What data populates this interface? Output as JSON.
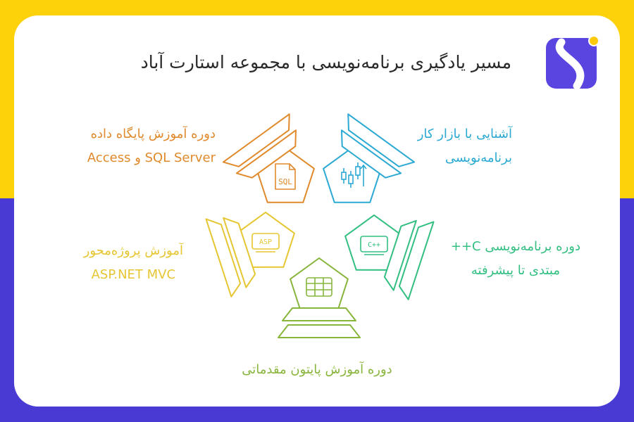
{
  "page": {
    "title": "مسیر یادگیری برنامه‌نویسی با مجموعه استارت آباد"
  },
  "colors": {
    "frame_top": "#fdd20b",
    "frame_bottom": "#4a3ad4",
    "logo_bg": "#5a45e0",
    "logo_dot": "#fdc90c",
    "database": "#e08a2c",
    "market": "#2ba9d3",
    "aspnet": "#e6c632",
    "cpp": "#33bf82",
    "python": "#88b53c"
  },
  "steps": [
    {
      "id": "database",
      "line1": "دوره آموزش پایگاه داده",
      "line2": "SQL Server و Access",
      "icon": "sql-file-icon",
      "icon_text": "SQL"
    },
    {
      "id": "market",
      "line1": "آشنایی با بازار کار",
      "line2": "برنامه‌نویسی",
      "icon": "chart-icon",
      "icon_text": ""
    },
    {
      "id": "aspnet",
      "line1": "آموزش پروژه‌محور",
      "line2": "ASP.NET MVC",
      "icon": "asp-icon",
      "icon_text": "ASP"
    },
    {
      "id": "cpp",
      "line1": "دوره برنامه‌نویسی C++",
      "line2": "مبتدی تا پیشرفته",
      "icon": "cpp-icon",
      "icon_text": "C++"
    },
    {
      "id": "python",
      "line1": "دوره آموزش پایتون مقدماتی",
      "line2": "",
      "icon": "table-icon",
      "icon_text": ""
    }
  ]
}
